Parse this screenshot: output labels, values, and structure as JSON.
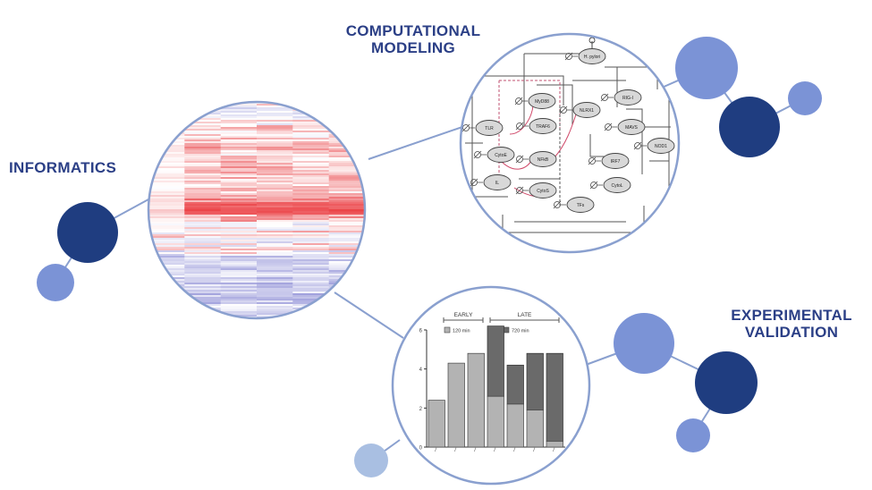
{
  "labels": {
    "informatics": "INFORMATICS",
    "modeling": [
      "COMPUTATIONAL",
      "MODELING"
    ],
    "validation": [
      "EXPERIMENTAL",
      "VALIDATION"
    ]
  },
  "network_nodes": [
    "H. pylori",
    "MyD88",
    "RIG-I",
    "NLRX1",
    "TLR",
    "TRAF6",
    "MAVS",
    "CytoE",
    "NFkB",
    "IRF7",
    "NOD1",
    "IL",
    "CytoS",
    "CytoL",
    "TFs"
  ],
  "chart_data": {
    "type": "bar",
    "group_labels": [
      "EARLY",
      "LATE"
    ],
    "legend": [
      "120 min",
      "720 min"
    ],
    "ylim": [
      0,
      6
    ],
    "yticks": [
      0,
      2,
      4,
      6
    ],
    "bars": [
      {
        "group": "EARLY",
        "v120": 2.4,
        "v720": 0
      },
      {
        "group": "EARLY",
        "v120": 4.3,
        "v720": 0
      },
      {
        "group": "EARLY",
        "v120": 4.8,
        "v720": 0
      },
      {
        "group": "LATE",
        "v120": 2.6,
        "v720": 3.6
      },
      {
        "group": "LATE",
        "v120": 2.2,
        "v720": 2.0
      },
      {
        "group": "LATE",
        "v120": 1.9,
        "v720": 2.9
      },
      {
        "group": "LATE",
        "v120": 0.3,
        "v720": 4.5
      }
    ]
  },
  "colors": {
    "dark_node": "#1f3d80",
    "mid_node": "#7b93d6",
    "light_node": "#a9bfe2",
    "connector": "#8aa0cf",
    "label": "#2b3f86",
    "heat_red": "#e8383d",
    "heat_blue": "#8f8fd6"
  }
}
